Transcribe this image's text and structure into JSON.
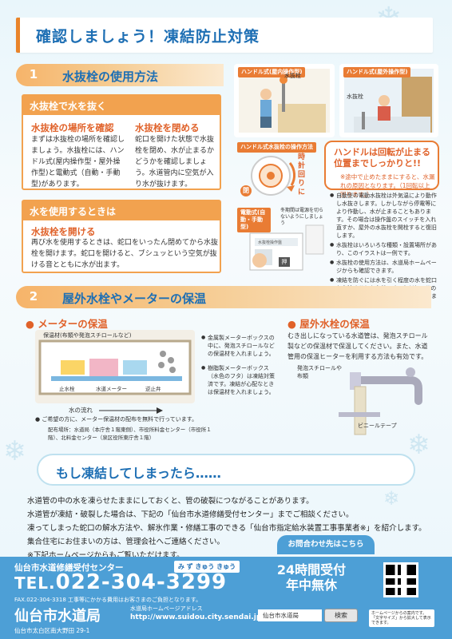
{
  "title": "確認しましょう！凍結防止対策",
  "section1": {
    "number": "1",
    "title": "水抜栓の使用方法",
    "box1": {
      "header": "水抜栓で水を抜く",
      "col1": {
        "heading": "水抜栓の場所を確認",
        "text": "まずは水抜栓の場所を確認しましょう。水抜栓には、ハンドル式(屋内操作型・屋外操作型)と電動式（自動・手動型)があります。"
      },
      "col2": {
        "heading": "水抜栓を閉める",
        "text": "蛇口を開けた状態で水抜栓を閉め、水が止まるかどうかを確認しましょう。水道管内に空気が入り水が抜けます。"
      }
    },
    "box2": {
      "header": "水を使用するときは",
      "heading": "水抜栓を開ける",
      "text": "再び水を使用するときは、蛇口をいったん閉めてから水抜栓を開けます。蛇口を開けると、ブシュッという空気が抜ける音とともに水が出ます。"
    },
    "illustrations": {
      "tag_indoor": "ハンドル式(屋内操作型)",
      "tag_outdoor": "ハンドル式(屋外操作型)",
      "label_valve1": "水抜栓",
      "label_valve2": "水抜栓",
      "label_handle_caption": "ハンドル式水抜栓の操作方法",
      "label_clockwise": "時計回りに",
      "label_close": "閉",
      "tag_electric": "電動式(自動・手動型)",
      "label_plug": "冬期間は電源を切らないようにしましょう",
      "label_meter_cover": "水抜栓操作盤",
      "label_push": "押"
    },
    "callout": {
      "title": "ハンドルは回転が止まる位置までしっかりと!!",
      "note": "※途中で止めたままにすると、水漏れの原因となります。（1回転以上回ります。）"
    },
    "bullets": [
      "自動型の電動水抜栓は外気温により動作し水抜きします。しかしながら停電等により作動し、水が止まることもあります。その場合は操作盤のスイッチを入れ直すか、屋外の水抜栓を開栓すると復旧します。",
      "水抜栓はいろいろな種類・設置場所があり、このイラストは一例です。",
      "水抜栓の使用方法は、水道局ホームページからも確認できます。",
      "凍結を防ぐには水を引く程度の水を蛇口から流すことも有効です。ただし、このときの水道料金はお客様の負担になります。"
    ]
  },
  "section2": {
    "number": "2",
    "title": "屋外水栓やメーターの保温",
    "meter": {
      "heading": "メーターの保温",
      "label_insulation": "保温材(布類や発泡スチロールなど)",
      "label_stop": "止水栓",
      "label_meter": "水道メーター",
      "label_check": "逆止弁",
      "label_flow": "水の流れ",
      "notes": [
        "金属製メーターボックスの中に、発泡スチロールなどの保温材を入れましょう。",
        "樹脂製メーターボックス（水色のフタ）は凍結対策済です。凍結が心配なときは保温材を入れましょう。"
      ],
      "distribution": "ご希望の方に、メーター保温材の配布を無料で行っています。",
      "distribution_place_label": "配布場所：",
      "distribution_places": "水道局（本庁舎１階東側）、市役所料金センター（市役所１階）、北料金センター（泉区役所東庁舎１階）"
    },
    "faucet": {
      "heading": "屋外水栓の保温",
      "text": "むき出しになっている水道管は、発泡スチロール製などの保温材で保温してください。また、水道管用の保温ヒーターを利用する方法も有効です。",
      "label_foam": "発泡スチロールや布類",
      "label_tape": "ビニールテープ"
    }
  },
  "section3": {
    "title": "もし凍結してしまったら……",
    "lines": [
      "水道管の中の水を凍らせたままにしておくと、管の破裂につながることがあります。",
      "水道管が凍結・破裂した場合は、下記の「仙台市水道修繕受付センター」までご相談ください。",
      "凍ってしまった蛇口の解水方法や、解氷作業・修繕工事のできる「仙台市指定給水装置工事事業者※」を紹介します。集合住宅にお住まいの方は、管理会社へご連絡ください。",
      "※下記ホームページからもご覧いただけます。"
    ]
  },
  "footer": {
    "contact_tab": "お問合わせ先はこちら",
    "center_name": "仙台市水道修繕受付センター",
    "kana": "み ず きゅう きゅう",
    "tel_prefix": "TEL.",
    "tel": "022-304-3299",
    "fax": "FAX.022-304-3318 工事等にかかる費用はお客さまのご負担となります。",
    "hours_line1": "24時間受付",
    "hours_line2": "年中無休",
    "logo": "仙台市水道局",
    "address": "仙台市太白区南大野田 29-1",
    "hp_label": "水道局ホームページアドレス",
    "hp_url": "http://www.suidou.city.sendai.jp/",
    "search_text": "仙台市水道局",
    "search_button": "検索",
    "note": "ホームページからの案内です。「文字サイズ」から拡大して表示できます。"
  }
}
